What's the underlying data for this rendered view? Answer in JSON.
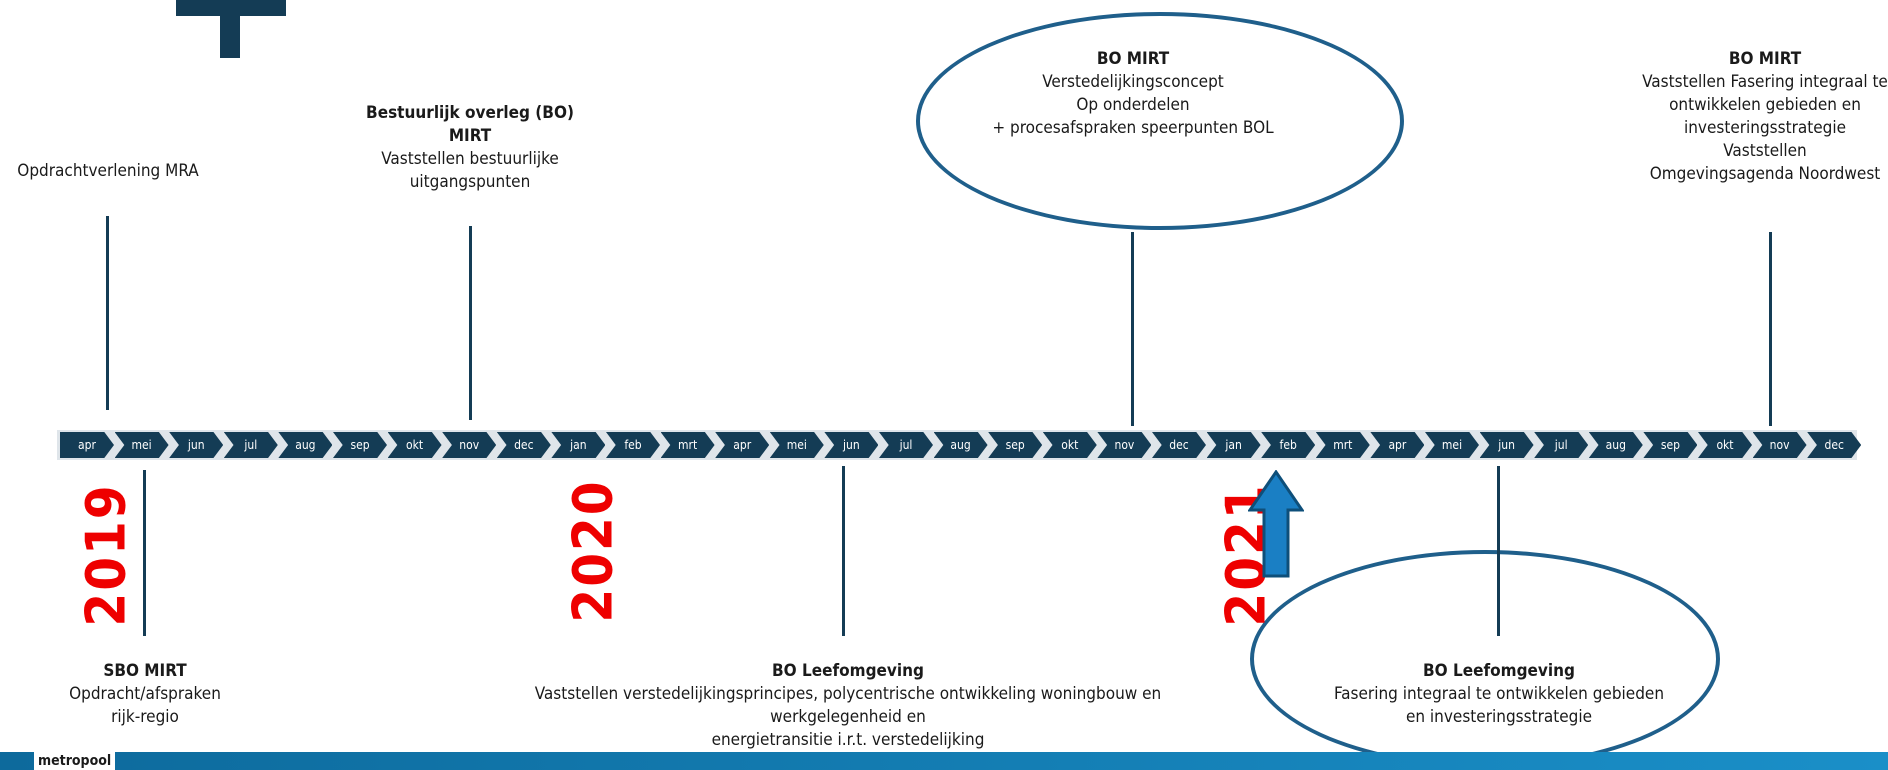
{
  "top_events": [
    {
      "id": "opdracht",
      "title": "",
      "lines": [
        "Opdrachtverlening MRA"
      ]
    },
    {
      "id": "bo-nov",
      "title": "Bestuurlijk overleg (BO) MIRT",
      "lines": [
        "Vaststellen bestuurlijke",
        "uitgangspunten"
      ]
    },
    {
      "id": "bo-mirt-2020",
      "title": "BO MIRT",
      "lines": [
        "Verstedelijkingsconcept",
        "Op onderdelen",
        "+ procesafspraken speerpunten BOL"
      ]
    },
    {
      "id": "bo-mirt-2021",
      "title": "BO MIRT",
      "lines": [
        "Vaststellen Fasering integraal te",
        "ontwikkelen gebieden en",
        "investeringsstrategie",
        "Vaststellen",
        "Omgevingsagenda Noordwest"
      ]
    }
  ],
  "bottom_events": [
    {
      "id": "sbo",
      "title": "SBO MIRT",
      "lines": [
        "Opdracht/afspraken",
        "rijk-regio"
      ]
    },
    {
      "id": "bo-leef-2020",
      "title": "BO Leefomgeving",
      "lines": [
        "Vaststellen verstedelijkingsprincipes, polycentrische ontwikkeling woningbouw en",
        "werkgelegenheid en",
        "energietransitie i.r.t. verstedelijking"
      ]
    },
    {
      "id": "bo-leef-2021",
      "title": "BO Leefomgeving",
      "lines": [
        "Fasering integraal te ontwikkelen gebieden",
        "en investeringsstrategie"
      ]
    }
  ],
  "months": [
    "apr",
    "mei",
    "jun",
    "jul",
    "aug",
    "sep",
    "okt",
    "nov",
    "dec",
    "jan",
    "feb",
    "mrt",
    "apr",
    "mei",
    "jun",
    "jul",
    "aug",
    "sep",
    "okt",
    "nov",
    "dec",
    "jan",
    "feb",
    "mrt",
    "apr",
    "mei",
    "jun",
    "jul",
    "aug",
    "sep",
    "okt",
    "nov",
    "dec"
  ],
  "years": [
    "2019",
    "2020",
    "2021"
  ],
  "footer_text": "metropool",
  "colors": {
    "navy": "#143c55",
    "year_red": "#ee0000",
    "ellipse_blue": "#1f5f8b",
    "arrow_blue": "#1a7fc4"
  }
}
